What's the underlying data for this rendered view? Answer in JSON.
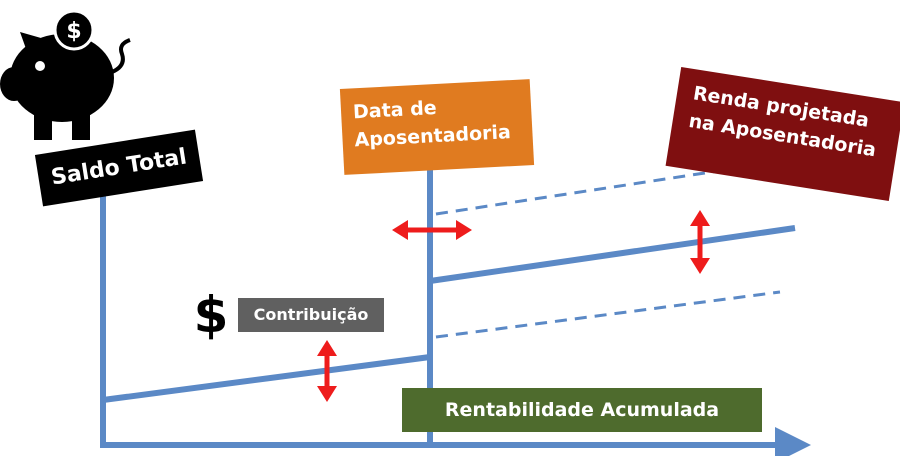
{
  "labels": {
    "saldo_total": "Saldo Total",
    "data_aposentadoria": "Data de\nAposentadoria",
    "renda_projetada": "Renda projetada\nna Aposentadoria",
    "contribuicao": "Contribuição",
    "rentabilidade": "Rentabilidade Acumulada",
    "dollar_symbol": "$"
  },
  "icons": {
    "piggy_bank": "piggy-bank-icon",
    "coin": "dollar-coin-icon",
    "double_arrow": "double-arrow-icon"
  },
  "colors": {
    "line_blue": "#5b89c6",
    "arrow_red": "#ee1c1c",
    "saldo_bg": "#000000",
    "data_bg": "#e07b20",
    "renda_bg": "#7f0f10",
    "contribuicao_bg": "#606060",
    "rentabilidade_bg": "#4e6b2d"
  }
}
